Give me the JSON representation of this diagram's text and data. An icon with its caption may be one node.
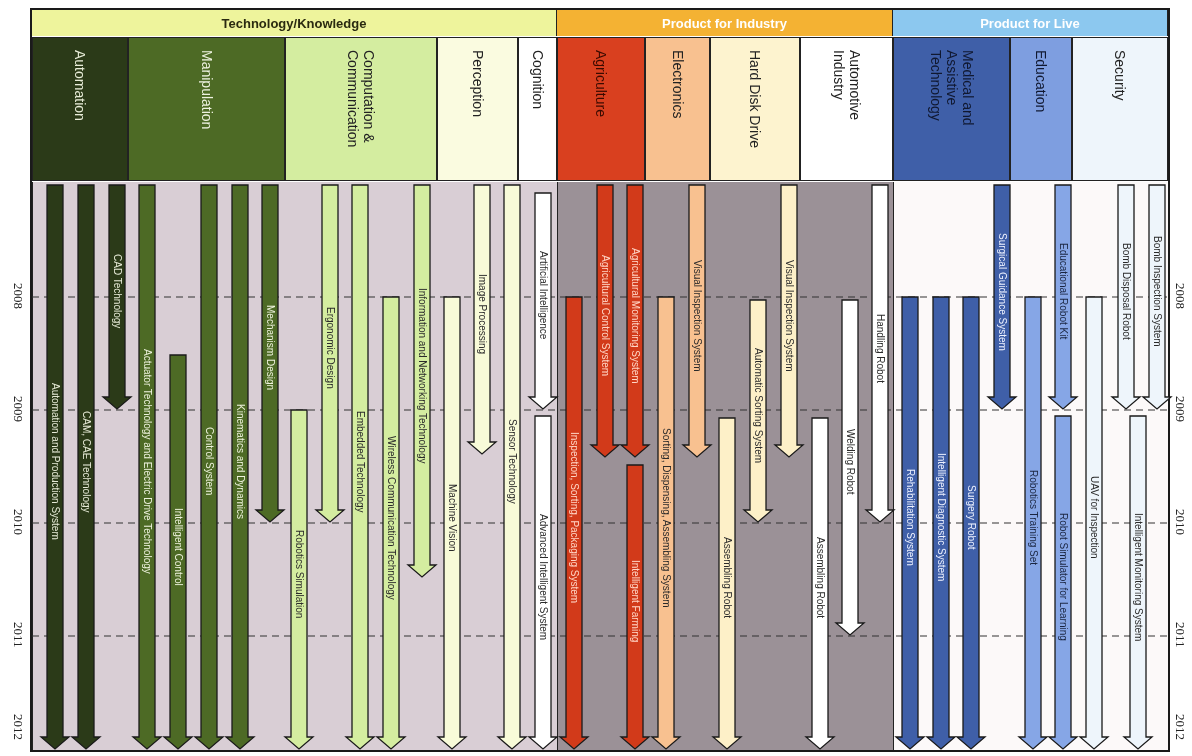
{
  "diagram": {
    "nodes": [
      {
        "text": [
          "Technology/Knowledge"
        ]
      },
      {
        "text": [
          "Product for Industry"
        ]
      },
      {
        "text": [
          "Product for Live"
        ]
      },
      {
        "text": [
          "Automation"
        ]
      },
      {
        "text": [
          "Manipulation"
        ]
      },
      {
        "text": [
          "Computation & Communication"
        ]
      },
      {
        "text": [
          "Perception"
        ]
      },
      {
        "text": [
          "Cognition"
        ]
      },
      {
        "text": [
          "Agriculture"
        ]
      },
      {
        "text": [
          "Electronics"
        ]
      },
      {
        "text": [
          "Hard Disk Drive"
        ]
      },
      {
        "text": [
          "Automotive Industry"
        ]
      },
      {
        "text": [
          "Medical and Assistive Technology"
        ]
      },
      {
        "text": [
          "Education"
        ]
      },
      {
        "text": [
          "Security"
        ]
      },
      {
        "text": [
          "Automation and Production System"
        ]
      },
      {
        "text": [
          "CAM, CAE Technology"
        ]
      },
      {
        "text": [
          "CAD Technology"
        ]
      },
      {
        "text": [
          "Actuator Technology and Electric Drive Technology"
        ]
      },
      {
        "text": [
          "Intelligent Control"
        ]
      },
      {
        "text": [
          "Control System"
        ]
      },
      {
        "text": [
          "Kinematics and Dynamics"
        ]
      },
      {
        "text": [
          "Mechanism Design"
        ]
      },
      {
        "text": [
          "Robotics Simulation"
        ]
      },
      {
        "text": [
          "Ergonomic Design"
        ]
      },
      {
        "text": [
          "Embedded Technology"
        ]
      },
      {
        "text": [
          "Wireless Communication Technology"
        ]
      },
      {
        "text": [
          "Information and Networking Technology"
        ]
      },
      {
        "text": [
          "Machine Vision"
        ]
      },
      {
        "text": [
          "Image Processing"
        ]
      },
      {
        "text": [
          "Sensor Technology"
        ]
      },
      {
        "text": [
          "Artificial Intelligence"
        ]
      },
      {
        "text": [
          "Advanced Intelligent System"
        ]
      },
      {
        "text": [
          "Inspection, Sorting, Packaging System"
        ]
      },
      {
        "text": [
          "Agricultural Control System"
        ]
      },
      {
        "text": [
          "Agricultural Monitoring System"
        ]
      },
      {
        "text": [
          "Intelligent Farming"
        ]
      },
      {
        "text": [
          "Sorting, Dispensing, Assembling System"
        ]
      },
      {
        "text": [
          "Visual Inspection System"
        ]
      },
      {
        "text": [
          "Assembling Robot"
        ]
      },
      {
        "text": [
          "Automatic Sorting System"
        ]
      },
      {
        "text": [
          "Visual Inspection System"
        ]
      },
      {
        "text": [
          "Assembling Robot"
        ]
      },
      {
        "text": [
          "Welding Robot"
        ]
      },
      {
        "text": [
          "Handling Robot"
        ]
      },
      {
        "text": [
          "Rehabilitation System"
        ]
      },
      {
        "text": [
          "Intelligent Diagnostic System"
        ]
      },
      {
        "text": [
          "Surgery Robot"
        ]
      },
      {
        "text": [
          "Surgical Guidance System"
        ]
      },
      {
        "text": [
          "Robotics Training Set"
        ]
      },
      {
        "text": [
          "Educational Robot Kit"
        ]
      },
      {
        "text": [
          "Robot Simulator for Learning"
        ]
      },
      {
        "text": [
          "UAV for Inspection"
        ]
      },
      {
        "text": [
          "Bomb Disposal Robot"
        ]
      },
      {
        "text": [
          "Intelligent Monitoring System"
        ]
      },
      {
        "text": [
          "Bomb Inspection System"
        ]
      }
    ],
    "labels": [
      "2008",
      "2009",
      "2010",
      "2011",
      "2012",
      "2008",
      "2009",
      "2010",
      "2011",
      "2012"
    ]
  }
}
